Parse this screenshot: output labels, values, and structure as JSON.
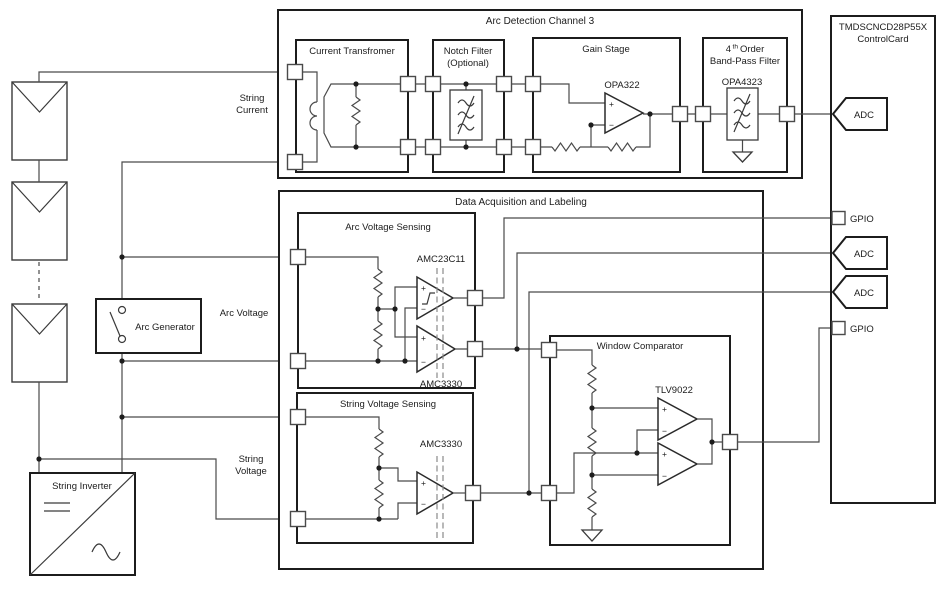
{
  "sym": {
    "plus": "+",
    "minus": "−"
  },
  "left_chain": {
    "arc_generator_label": "Arc Generator",
    "string_inverter_label": "String Inverter",
    "string_current_line1": "String",
    "string_current_line2": "Current",
    "arc_voltage_label": "Arc Voltage",
    "string_voltage_line1": "String",
    "string_voltage_line2": "Voltage"
  },
  "arc_detection": {
    "title": "Arc Detection Channel 3",
    "current_transformer_title": "Current Transfromer",
    "notch_filter_title_line1": "Notch Filter",
    "notch_filter_title_line2": "(Optional)",
    "gain_stage_title": "Gain Stage",
    "gain_stage_ic": "OPA322",
    "bpf_title_num": "4",
    "bpf_title_sup": "th",
    "bpf_title_rest": "Order",
    "bpf_title_line2": "Band-Pass Filter",
    "bpf_ic": "OPA4323"
  },
  "daq": {
    "title": "Data Acquisition and Labeling",
    "arc_voltage_sensing": {
      "title": "Arc Voltage Sensing",
      "comparator_ic": "AMC23C11",
      "amplifier_ic": "AMC3330"
    },
    "string_voltage_sensing": {
      "title": "String Voltage Sensing",
      "amplifier_ic": "AMC3330"
    },
    "window_comparator": {
      "title": "Window Comparator",
      "ic": "TLV9022"
    }
  },
  "controlcard": {
    "title_line1": "TMDSCNCD28P55X",
    "title_line2": "ControlCard",
    "adc1_label": "ADC",
    "gpio1_label": "GPIO",
    "adc2_label": "ADC",
    "adc3_label": "ADC",
    "gpio2_label": "GPIO"
  }
}
